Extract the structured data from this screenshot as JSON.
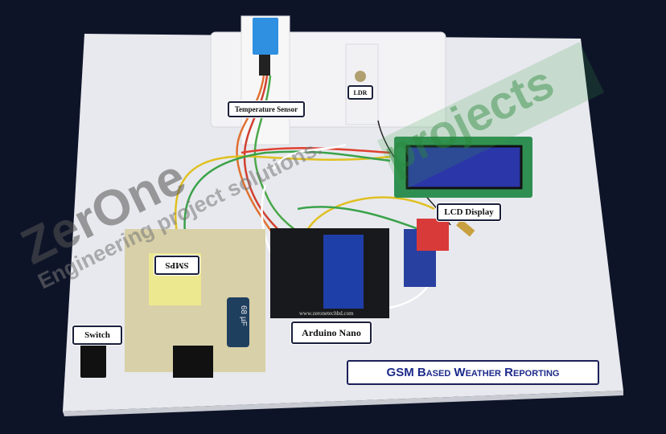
{
  "labels": {
    "temperature_sensor": "Temperature Sensor",
    "ldr": "LDR",
    "lcd_display": "LCD Display",
    "smps": "SMPS",
    "switch": "Switch",
    "arduino_nano": "Arduino Nano",
    "project_title": "GSM Based Weather Reporting"
  },
  "pcb_text": {
    "arduino_url": "www.zeronetechbd.com",
    "capacitor": "68 µF"
  },
  "watermark": {
    "brand": "ZerOne",
    "brand2": "projects",
    "tagline": "Engineering project solutions."
  },
  "colors": {
    "background": "#0e1428",
    "board": "#e8e9ee",
    "lcd_screen": "#2b36a8",
    "title_text": "#1d2a8a",
    "watermark_green": "#3aa24a"
  }
}
